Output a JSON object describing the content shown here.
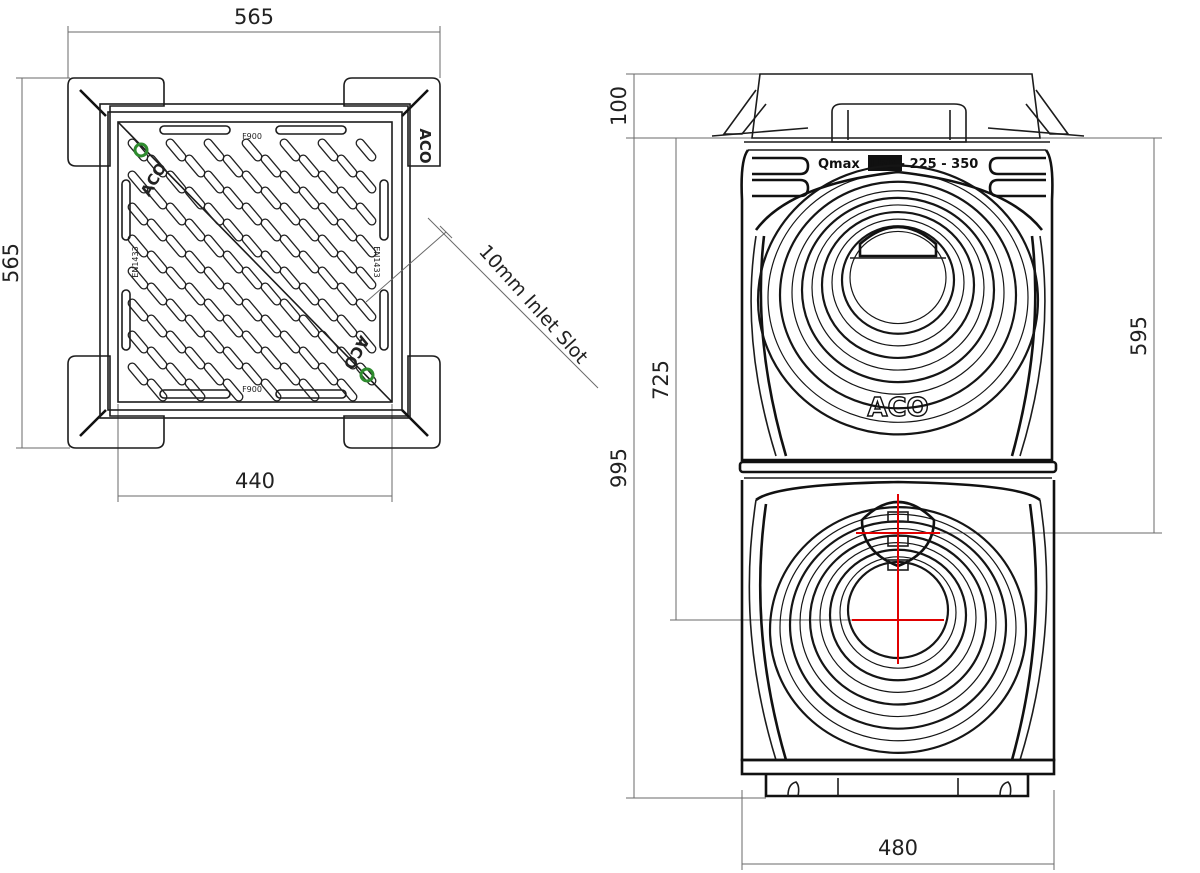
{
  "plan_view": {
    "width_top": "565",
    "height_left": "565",
    "inner_width": "440",
    "slot_note": "10mm Inlet Slot",
    "logo": "ACO",
    "edge_mark_top": "F900",
    "edge_mark_bottom": "F900",
    "side_mark_left": "EN1433",
    "side_mark_right": "EN1433"
  },
  "side_view": {
    "dim_top": "100",
    "dim_total": "995",
    "dim_inlet": "725",
    "dim_outlet": "595",
    "dim_width": "480",
    "label_prefix": "Qmax",
    "label_code": "150 - 225 - 350",
    "logo": "ACO"
  },
  "colors": {
    "line": "#1c1c1c",
    "dim_line": "#6a6a6a",
    "marker_green": "#2e8b2e",
    "crosshair_red": "#e00000"
  }
}
